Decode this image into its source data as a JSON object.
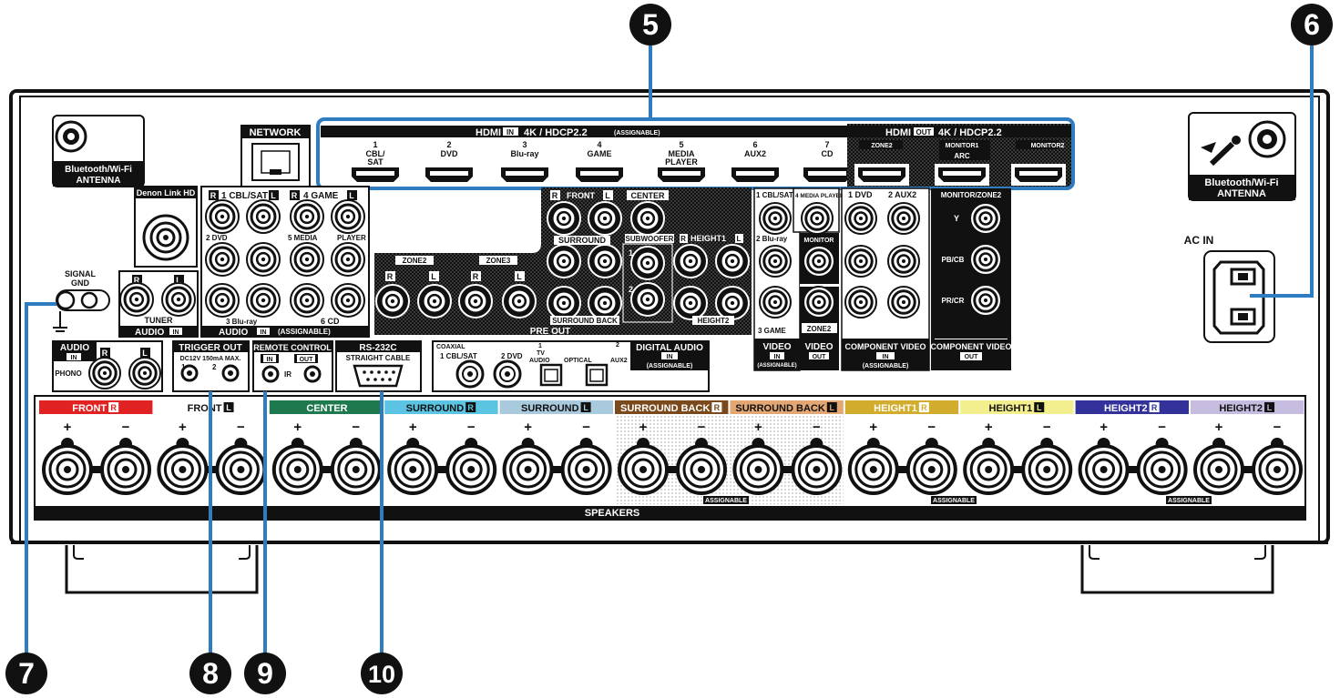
{
  "callouts": [
    "5",
    "6",
    "7",
    "8",
    "9",
    "10"
  ],
  "antenna_left": {
    "line1": "Bluetooth/Wi-Fi",
    "line2": "ANTENNA"
  },
  "antenna_right": {
    "line1": "Bluetooth/Wi-Fi",
    "line2": "ANTENNA"
  },
  "network": "NETWORK",
  "denon_link": "Denon Link HD",
  "signal_gnd": {
    "line1": "SIGNAL",
    "line2": "GND"
  },
  "ac_in": "AC IN",
  "hdmi_in": {
    "title": "HDMI",
    "badge": "IN",
    "spec": "4K / HDCP2.2",
    "assignable": "(ASSIGNABLE)",
    "ports": [
      {
        "num": "1",
        "l1": "CBL/",
        "l2": "SAT"
      },
      {
        "num": "2",
        "l1": "DVD",
        "l2": ""
      },
      {
        "num": "3",
        "l1": "Blu-ray",
        "l2": ""
      },
      {
        "num": "4",
        "l1": "GAME",
        "l2": ""
      },
      {
        "num": "5",
        "l1": "MEDIA",
        "l2": "PLAYER"
      },
      {
        "num": "6",
        "l1": "AUX2",
        "l2": ""
      },
      {
        "num": "7",
        "l1": "CD",
        "l2": ""
      }
    ]
  },
  "hdmi_out": {
    "title": "HDMI",
    "badge": "OUT",
    "spec": "4K / HDCP2.2",
    "ports": [
      {
        "l1": "ZONE2",
        "l2": ""
      },
      {
        "l1": "MONITOR1",
        "l2": "ARC"
      },
      {
        "l1": "MONITOR2",
        "l2": ""
      }
    ]
  },
  "audio_in_block": {
    "r": "R",
    "l": "L",
    "cbl": "1 CBL/SAT",
    "game": "4 GAME",
    "dvd": "2 DVD",
    "media": "5 MEDIA",
    "player": "PLAYER",
    "bluray": "3 Blu-ray",
    "cd": "6 CD",
    "footer": "AUDIO",
    "badge": "IN",
    "assign": "(ASSIGNABLE)"
  },
  "tuner": {
    "r": "R",
    "l": "L",
    "label": "TUNER",
    "footer": "AUDIO",
    "badge": "IN"
  },
  "preout": {
    "front": "FRONT",
    "center": "CENTER",
    "surround": "SURROUND",
    "subwoofer": "SUBWOOFER",
    "height1": "HEIGHT1",
    "height2": "HEIGHT2",
    "surround_back": "SURROUND BACK",
    "zone2": "ZONE2",
    "zone3": "ZONE3",
    "footer": "PRE OUT",
    "r": "R",
    "l": "L",
    "sub1": "1",
    "sub2": "2"
  },
  "video_in": {
    "cbl": "1 CBL/SAT",
    "media": "4 MEDIA PLAYER",
    "bluray": "2 Blu-ray",
    "game": "3 GAME",
    "title": "VIDEO",
    "badge": "IN",
    "assign": "(ASSIGNABLE)"
  },
  "video_out": {
    "monitor": "MONITOR",
    "zone2": "ZONE2",
    "title": "VIDEO",
    "badge": "OUT"
  },
  "component_in": {
    "dvd": "1 DVD",
    "aux2": "2 AUX2",
    "title": "COMPONENT VIDEO",
    "badge": "IN",
    "assign": "(ASSIGNABLE)"
  },
  "component_out": {
    "title": "MONITOR/ZONE2",
    "y": "Y",
    "pb": "PB/CB",
    "pr": "PR/CR",
    "footer": "COMPONENT VIDEO",
    "badge": "OUT"
  },
  "audio_phono": {
    "title": "AUDIO",
    "badge": "IN",
    "phono": "PHONO",
    "r": "R",
    "l": "L"
  },
  "trigger": {
    "title": "TRIGGER OUT",
    "spec": "DC12V 150mA MAX.",
    "p1": "1",
    "p2": "2"
  },
  "remote": {
    "title": "REMOTE CONTROL",
    "in": "IN",
    "out": "OUT",
    "ir": "IR"
  },
  "rs232": {
    "title": "RS-232C",
    "sub": "STRAIGHT CABLE"
  },
  "digital": {
    "coaxial": "COAXIAL",
    "c1": "1 CBL/SAT",
    "c2": "2 DVD",
    "tv1": "1",
    "tv2": "TV",
    "tv3": "AUDIO",
    "optical": "OPTICAL",
    "aux_n": "2",
    "aux": "AUX2",
    "title": "DIGITAL AUDIO",
    "badge": "IN",
    "assign": "(ASSIGNABLE)"
  },
  "speakers": {
    "footer": "SPEAKERS",
    "assignable": "ASSIGNABLE",
    "plus": "+",
    "minus": "−",
    "channels": [
      {
        "name": "FRONT",
        "side": "R",
        "color": "#e02222"
      },
      {
        "name": "FRONT",
        "side": "L",
        "color": "#ffffff"
      },
      {
        "name": "CENTER",
        "side": "",
        "color": "#1e7a4e"
      },
      {
        "name": "SURROUND",
        "side": "R",
        "color": "#5bc4e2"
      },
      {
        "name": "SURROUND",
        "side": "L",
        "color": "#a9c9dc"
      },
      {
        "name": "SURROUND BACK",
        "side": "R",
        "color": "#7a4a1c"
      },
      {
        "name": "SURROUND BACK",
        "side": "L",
        "color": "#e3a774"
      },
      {
        "name": "HEIGHT1",
        "side": "R",
        "color": "#d2ac2c"
      },
      {
        "name": "HEIGHT1",
        "side": "L",
        "color": "#f3ef8e"
      },
      {
        "name": "HEIGHT2",
        "side": "R",
        "color": "#33329a"
      },
      {
        "name": "HEIGHT2",
        "side": "L",
        "color": "#c6bce0"
      }
    ]
  },
  "colors": {
    "accent": "#2f7cc0",
    "black": "#111111"
  }
}
